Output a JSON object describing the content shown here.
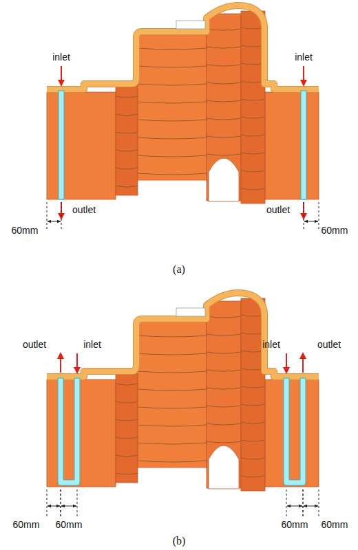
{
  "diagram": {
    "labels": [
      "inlet",
      "inlet",
      "outlet",
      "outlet",
      "60mm",
      "60mm",
      "(a)",
      "outlet",
      "inlet",
      "inlet",
      "outlet",
      "60mm",
      "60mm",
      "60mm",
      "60mm",
      "(b)"
    ]
  }
}
